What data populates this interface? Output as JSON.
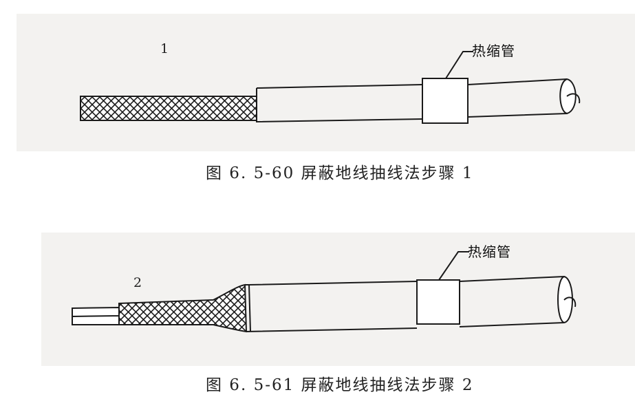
{
  "figures": [
    {
      "step_label": "1",
      "callout_label": "热缩管",
      "caption": "图 6. 5-60 屏蔽地线抽线法步骤 1"
    },
    {
      "step_label": "2",
      "callout_label": "热缩管",
      "caption": "图 6. 5-61 屏蔽地线抽线法步骤 2"
    }
  ],
  "colors": {
    "panel_background": "#f3f2f0",
    "line": "#1a1a1a"
  },
  "icons": {
    "braid": "crosshatch-mesh-pattern",
    "sleeve": "heat-shrink-tube-band"
  }
}
